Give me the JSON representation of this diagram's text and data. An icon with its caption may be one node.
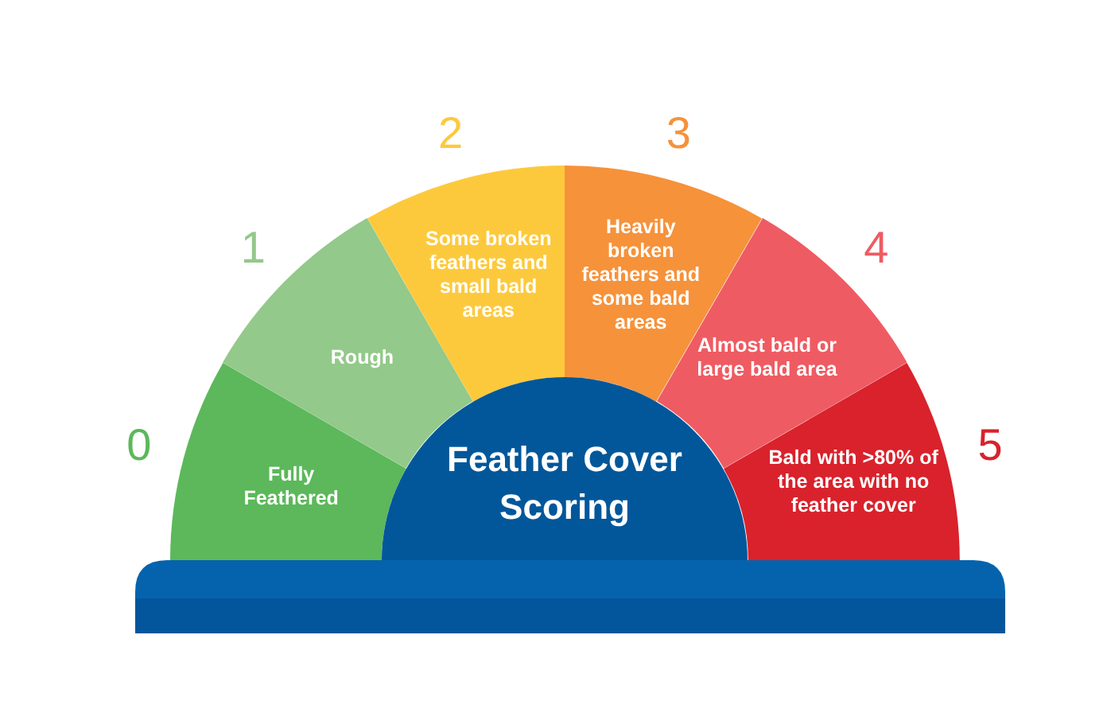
{
  "diagram": {
    "nodes": [
      {
        "text": [
          "Fully Feathered"
        ],
        "beside": [
          "0"
        ]
      },
      {
        "text": [
          "Rough"
        ],
        "beside": [
          "1"
        ]
      },
      {
        "text": [
          "Some broken feathers and small bald areas"
        ],
        "beside": [
          "2"
        ]
      },
      {
        "text": [
          "Heavily broken feathers and some bald areas"
        ],
        "beside": [
          "3"
        ]
      },
      {
        "text": [
          "Almost bald or large bald area"
        ],
        "beside": [
          "4"
        ]
      },
      {
        "text": [
          "Bald with >80% of the area with no feather cover"
        ],
        "beside": [
          "5"
        ]
      },
      {
        "text": [
          "Feather Cover Scoring"
        ]
      }
    ]
  }
}
